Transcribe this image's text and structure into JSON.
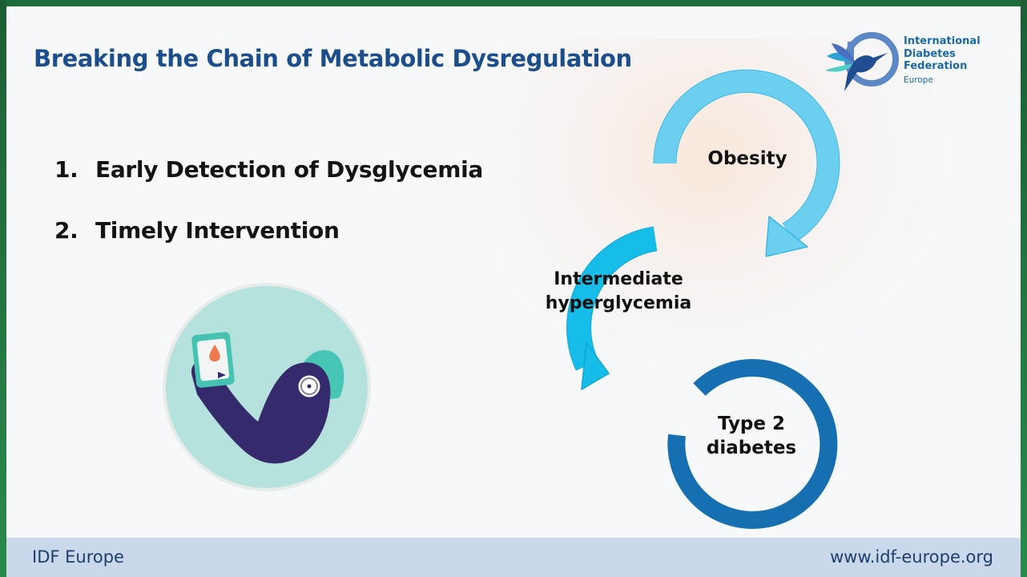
{
  "slide": {
    "title": "Breaking the Chain of Metabolic Dysregulation",
    "steps": [
      {
        "number": "1.",
        "text": "Early Detection of Dysglycemia"
      },
      {
        "number": "2.",
        "text": "Timely Intervention"
      }
    ],
    "cycle": {
      "obesity": "Obesity",
      "intermediate_line1": "Intermediate",
      "intermediate_line2": "hyperglycemia",
      "t2d_line1": "Type 2",
      "t2d_line2": "diabetes"
    }
  },
  "logo": {
    "line1": "International",
    "line2": "Diabetes",
    "line3": "Federation",
    "region": "Europe",
    "icon": "hummingbird-icon"
  },
  "illustration": {
    "icon": "flexed-arm-glucose-meter-icon"
  },
  "footer": {
    "left": "IDF Europe",
    "right": "www.idf-europe.org"
  },
  "colors": {
    "title": "#1d4e8c",
    "arrow_light": "#6ccff0",
    "arrow_mid": "#16bde9",
    "arrow_dark": "#166fb0",
    "footer_bg": "#c9d8ea",
    "frame": "#1f6b3a"
  }
}
